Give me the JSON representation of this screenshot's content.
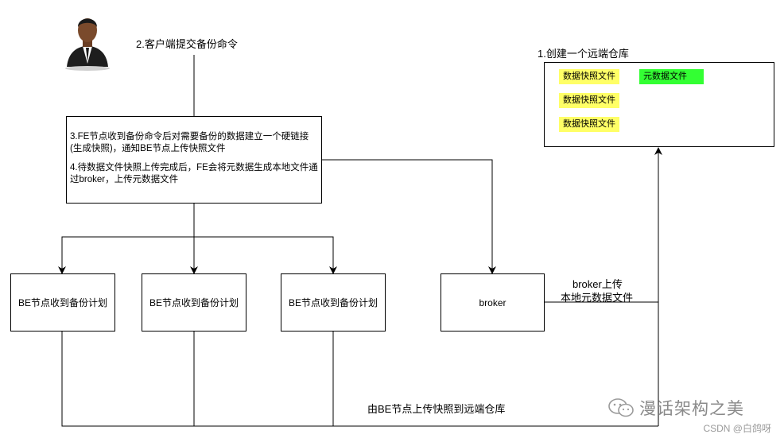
{
  "steps": {
    "client_submit": "2.客户端提交备份命令",
    "create_repo": "1.创建一个远端仓库",
    "fe_step3": "3.FE节点收到备份命令后对需要备份的数据建立一个硬链接(生成快照)，通知BE节点上传快照文件",
    "fe_step4": "4.待数据文件快照上传完成后，FE会将元数据生成本地文件通过broker，上传元数据文件"
  },
  "repository": {
    "snapshot_files": [
      "数据快照文件",
      "数据快照文件",
      "数据快照文件"
    ],
    "metadata_file": "元数据文件"
  },
  "nodes": {
    "be_nodes": [
      "BE节点收到备份计划",
      "BE节点收到备份计划",
      "BE节点收到备份计划"
    ],
    "broker": "broker"
  },
  "edges": {
    "broker_upload_line1": "broker上传",
    "broker_upload_line2": "本地元数据文件",
    "be_upload": "由BE节点上传快照到远端仓库"
  },
  "watermark": {
    "text": "漫话架构之美",
    "source": "CSDN @白鸽呀"
  },
  "colors": {
    "snapshot_fill": "#ffff66",
    "metadata_fill": "#33ff33",
    "line": "#000000",
    "person_suit": "#1e1e1e",
    "person_skin": "#7a4a2c"
  },
  "icons": {
    "person": "businessman-icon",
    "watermark_logo": "wechat-icon"
  }
}
